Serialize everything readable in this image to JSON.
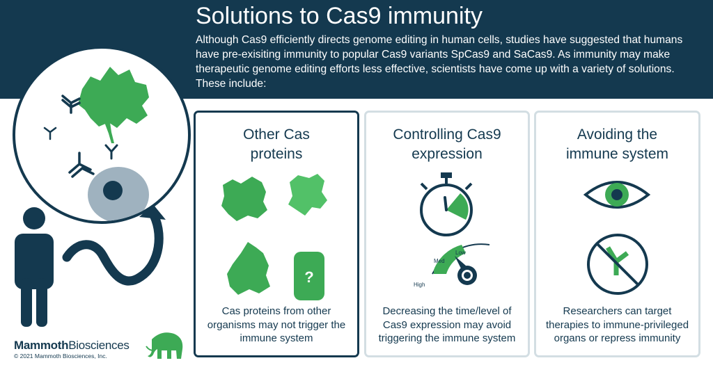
{
  "header": {
    "title": "Solutions to Cas9 immunity",
    "intro": "Although Cas9 efficiently directs genome editing in human cells, studies have suggested that humans have pre-exisiting immunity to popular Cas9 variants SpCas9 and SaCas9. As immunity may make therapeutic genome editing efforts less effective, scientists have come up with a variety of solutions. These include:"
  },
  "cards": [
    {
      "title": "Other Cas proteins",
      "description": "Cas proteins from other organisms may not trigger the immune system",
      "icons": [
        "protein-icon",
        "protein-icon",
        "protein-icon",
        "unknown-protein-icon"
      ]
    },
    {
      "title": "Controlling Cas9 expression",
      "description": "Decreasing the time/level of Cas9 expression may avoid triggering the immune system",
      "icons": [
        "stopwatch-icon",
        "gauge-icon"
      ],
      "gauge": {
        "labels": {
          "high": "High",
          "med": "Med",
          "low": "Low"
        },
        "level": 0.3
      }
    },
    {
      "title": "Avoiding the immune system",
      "description": "Researchers can target therapies to immune-privileged organs or repress immunity",
      "icons": [
        "eye-icon",
        "no-antibody-icon"
      ]
    }
  ],
  "footer": {
    "logo_bold": "Mammoth",
    "logo_regular": "Biosciences",
    "copyright": "© 2021 Mammoth Biosciences, Inc."
  },
  "colors": {
    "navy": "#14394f",
    "green": "#3daa55",
    "light_green": "#52c168",
    "cell_gray": "#9fb2bf",
    "card_border": "#d3dee3"
  }
}
